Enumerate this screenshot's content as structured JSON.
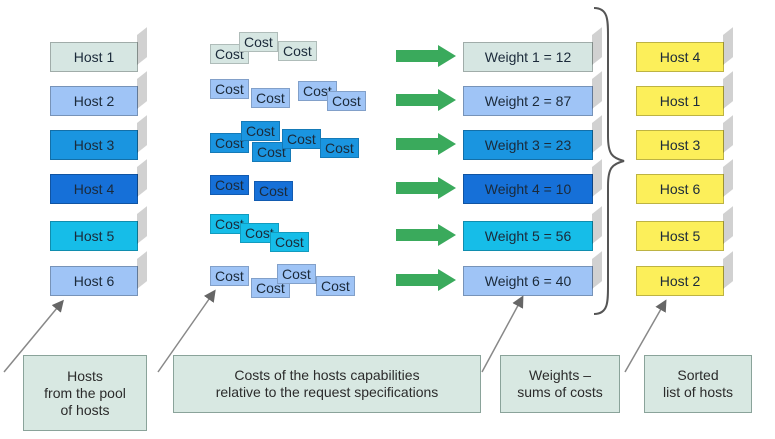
{
  "hosts": [
    {
      "label": "Host 1",
      "color": "#d6e6e2"
    },
    {
      "label": "Host 2",
      "color": "#9fc4f6"
    },
    {
      "label": "Host 3",
      "color": "#1a95e0"
    },
    {
      "label": "Host 4",
      "color": "#1670d8"
    },
    {
      "label": "Host 5",
      "color": "#16bde8"
    },
    {
      "label": "Host 6",
      "color": "#9fc4f6"
    }
  ],
  "cost_label": "Cost",
  "weights": [
    {
      "label": "Weight 1 = 12",
      "color": "#d6e6e2"
    },
    {
      "label": "Weight 2 = 87",
      "color": "#9fc4f6"
    },
    {
      "label": "Weight 3 = 23",
      "color": "#1a95e0"
    },
    {
      "label": "Weight 4 = 10",
      "color": "#1670d8"
    },
    {
      "label": "Weight 5 = 56",
      "color": "#16bde8"
    },
    {
      "label": "Weight 6 = 40",
      "color": "#9fc4f6"
    }
  ],
  "sorted": [
    {
      "label": "Host 4",
      "color": "#fcef5a"
    },
    {
      "label": "Host 1",
      "color": "#fcef5a"
    },
    {
      "label": "Host 3",
      "color": "#fcef5a"
    },
    {
      "label": "Host 6",
      "color": "#fcef5a"
    },
    {
      "label": "Host 5",
      "color": "#fcef5a"
    },
    {
      "label": "Host 2",
      "color": "#fcef5a"
    }
  ],
  "arrow_color": "#3aaa5c",
  "captions": {
    "hosts": "Hosts\nfrom the pool\nof hosts",
    "costs": "Costs of the hosts capabilities\nrelative to the request specifications",
    "weights": "Weights –\nsums of costs",
    "sorted": "Sorted\nlist of hosts"
  }
}
